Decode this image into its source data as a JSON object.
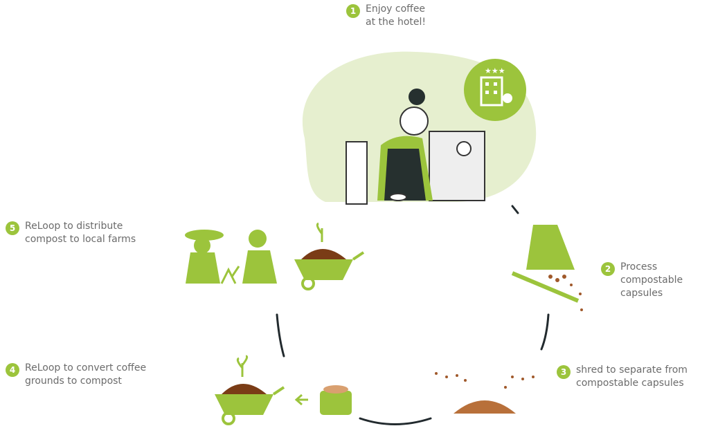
{
  "colors": {
    "accent": "#9cc43c",
    "blob": "#e6efcf",
    "brown": "#a0592b",
    "text": "#6b6b6b",
    "loop": "#222a2e"
  },
  "steps": [
    {
      "number": "1",
      "line1": "Enjoy coffee",
      "line2": "at the hotel!"
    },
    {
      "number": "2",
      "line1": "Process",
      "line2": "compostable",
      "line3": "capsules"
    },
    {
      "number": "3",
      "line1": "shred to separate from",
      "line2": "compostable capsules"
    },
    {
      "number": "4",
      "line1": "ReLoop to convert coffee",
      "line2": "grounds to compost"
    },
    {
      "number": "5",
      "line1": "ReLoop to distribute",
      "line2": "compost to local farms"
    }
  ]
}
